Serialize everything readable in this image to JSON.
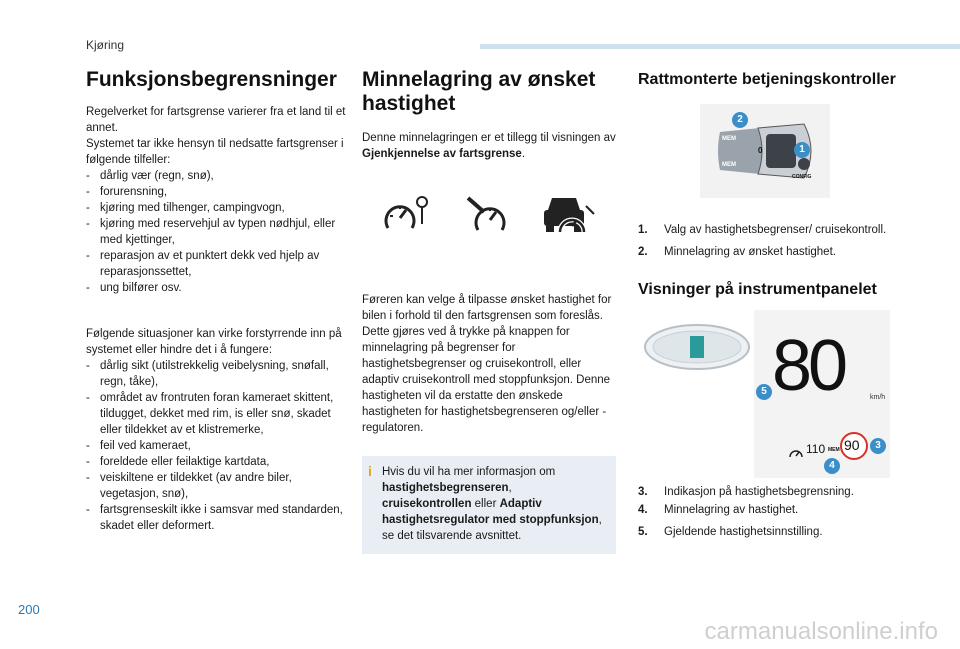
{
  "header": {
    "section": "Kjøring"
  },
  "page_number": "200",
  "watermark": "carmanualsonline.info",
  "col1": {
    "title": "Funksjonsbegrensninger",
    "intro": [
      "Regelverket for fartsgrense varierer fra et land til et annet.",
      "Systemet tar ikke hensyn til nedsatte fartsgrenser i følgende tilfeller:"
    ],
    "list1": [
      "dårlig vær (regn, snø),",
      "forurensning,",
      "kjøring med tilhenger, campingvogn,",
      "kjøring med reservehjul av typen nødhjul, eller med kjettinger,",
      "reparasjon av et punktert dekk ved hjelp av reparasjonssettet,",
      "ung bilfører osv."
    ],
    "intro2": "Følgende situasjoner kan virke forstyrrende inn på systemet eller hindre det i å fungere:",
    "list2": [
      "dårlig sikt (utilstrekkelig veibelysning, snøfall, regn, tåke),",
      "området av frontruten foran kameraet skittent, tildugget, dekket med rim, is eller snø, skadet eller tildekket av et klistremerke,",
      "feil ved kameraet,",
      "foreldede eller feilaktige kartdata,",
      "veiskiltene er tildekket (av andre biler, vegetasjon, snø),",
      "fartsgrenseskilt ikke i samsvar med standarden, skadet eller deformert."
    ]
  },
  "col2": {
    "title": "Minnelagring av ønsket hastighet",
    "intro_pre": "Denne minnelagringen er et tillegg til visningen av ",
    "intro_bold": "Gjenkjennelse av fartsgrense",
    "intro_post": ".",
    "icons": [
      "speed-limiter-icon",
      "cruise-control-icon",
      "adaptive-cruise-icon"
    ],
    "body": "Føreren kan velge å tilpasse ønsket hastighet for bilen i forhold til den fartsgrensen som foreslås. Dette gjøres ved å trykke på knappen for minnelagring på begrenser for hastighetsbegrenser og cruisekontroll, eller adaptiv cruisekontroll med stoppfunksjon. Denne hastigheten vil da erstatte den ønskede hastigheten for hastighetsbegrenseren og/eller -regulatoren.",
    "info": {
      "pre": "Hvis du vil ha mer informasjon om ",
      "b1": "hastighetsbegrenseren",
      "m1": ", ",
      "b2": "cruisekontrollen",
      "m2": " eller ",
      "b3": "Adaptiv hastighetsregulator med stoppfunksjon",
      "post": ", se det tilsvarende avsnittet."
    }
  },
  "col3": {
    "title1": "Rattmonterte betjeningskontroller",
    "controls": [
      {
        "num": "1.",
        "text": "Valg av hastighetsbegrenser/ cruisekontroll."
      },
      {
        "num": "2.",
        "text": "Minnelagring av ønsket hastighet."
      }
    ],
    "stalk": {
      "mem_top": "MEM",
      "mem_bottom": "MEM",
      "zero": "0",
      "button": "CONFIG",
      "callout1": "1",
      "callout2": "2"
    },
    "title2": "Visninger på instrumentpanelet",
    "display": {
      "speed": "80",
      "unit": "km/h",
      "set_speed": "110",
      "mem": "MEM",
      "limit": "90",
      "callout3": "3",
      "callout4": "4",
      "callout5": "5"
    },
    "indications": [
      {
        "num": "3.",
        "text": "Indikasjon på hastighetsbegrensning."
      },
      {
        "num": "4.",
        "text": "Minnelagring av hastighet."
      },
      {
        "num": "5.",
        "text": "Gjeldende hastighetsinnstilling."
      }
    ]
  },
  "colors": {
    "accent": "#2a7ab8",
    "callout": "#3a8fc8",
    "info_bg": "#e8eef3",
    "info_icon": "#e8a21a",
    "limit_ring": "#d9302a"
  }
}
